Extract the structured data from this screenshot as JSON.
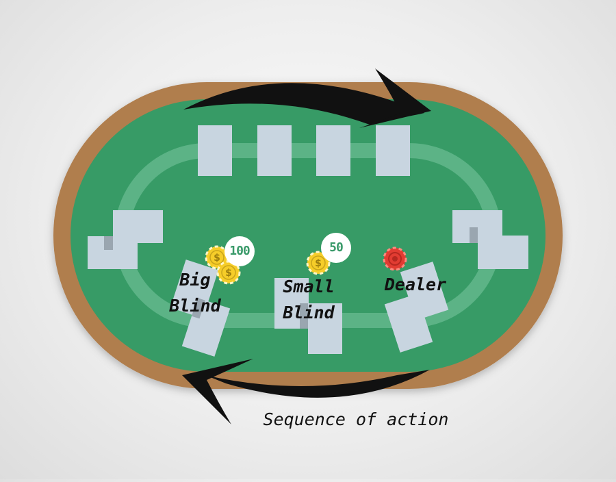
{
  "labels": {
    "big_blind": [
      "Big",
      "Blind"
    ],
    "small_blind": [
      "Small",
      "Blind"
    ],
    "dealer": "Dealer",
    "caption": "Sequence of action"
  },
  "bets": {
    "big_blind_amount": "100",
    "small_blind_amount": "50"
  },
  "colors": {
    "felt": "#379b66",
    "rail": "#b07e4d",
    "inner_line": "#5cb386",
    "card": "#c8d5e0",
    "card_shadow": "#9aa6b0",
    "chip_gold": "#f6cd29",
    "dealer_button": "#e23c32",
    "arrow": "#111111"
  },
  "icons": {
    "chip": "dollar-chip-icon",
    "dealer_button": "dealer-button-icon",
    "arrows": "clockwise-arrow-icon"
  }
}
